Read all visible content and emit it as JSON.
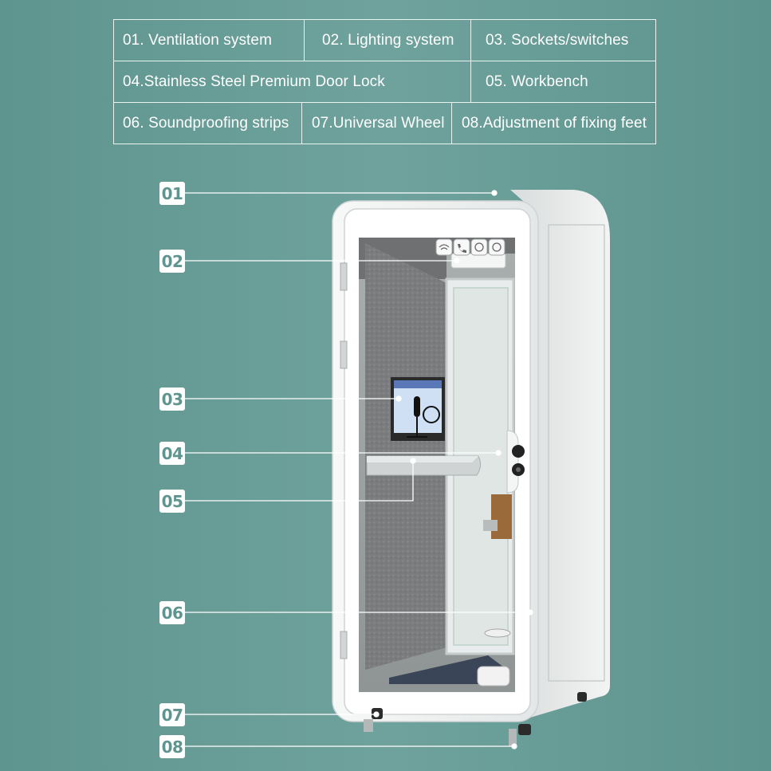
{
  "features": [
    {
      "no": "01",
      "text": "01. Ventilation system"
    },
    {
      "no": "02",
      "text": "02. Lighting system"
    },
    {
      "no": "03",
      "text": "03. Sockets/switches"
    },
    {
      "no": "04",
      "text": "04.Stainless Steel Premium Door Lock"
    },
    {
      "no": "05",
      "text": "05. Workbench"
    },
    {
      "no": "06",
      "text": "06. Soundproofing strips"
    },
    {
      "no": "07",
      "text": "07.Universal Wheel"
    },
    {
      "no": "08",
      "text": "08.Adjustment of fixing feet"
    }
  ],
  "colors": {
    "background": "#6a9e98",
    "booth": "#eef0f0",
    "felt": "#7d7f80",
    "label_text": "#5f958f"
  }
}
